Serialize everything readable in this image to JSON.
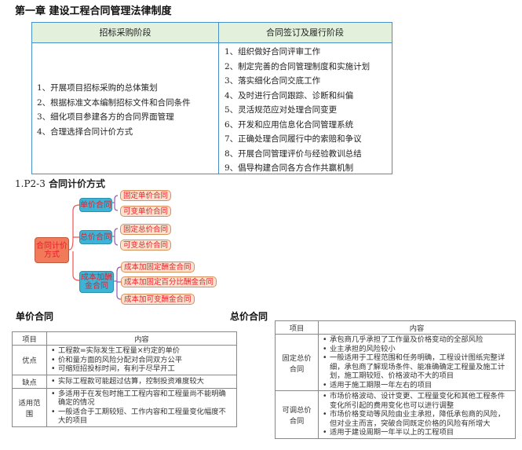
{
  "title": "第一章  建设工程合同管理法律制度",
  "top_table": {
    "headers": [
      "招标采购阶段",
      "合同签订及履行阶段"
    ],
    "left_items": [
      "1、开展项目招标采购的总体策划",
      "2、根据标准文本编制招标文件和合同条件",
      "3、细化项目参建各方的合同界面管理",
      "4、合理选择合同计价方式"
    ],
    "right_items": [
      "1、组织做好合同评审工作",
      "2、制定完善的合同管理制度和实施计划",
      "3、落实细化合同交底工作",
      "4、及时进行合同跟踪、诊断和纠偏",
      "5、灵活规范应对处理合同变更",
      "6、开发和应用信息化合同管理系统",
      "7、正确处理合同履行中的索赔和争议",
      "8、开展合同管理评价与经验教训总结",
      "9、倡导构建合同各方合作共赢机制"
    ]
  },
  "section": {
    "number": "1.P2-3",
    "title": "合同计价方式"
  },
  "mindmap": {
    "root": "合同计价方式",
    "branches": [
      {
        "label": "单价合同",
        "children": [
          "固定单价合同",
          "可变单价合同"
        ]
      },
      {
        "label": "总价合同",
        "children": [
          "固定总价合同",
          "可变总价合同"
        ]
      },
      {
        "label": "成本加酬金合同",
        "children": [
          "成本加固定酬金合同",
          "成本加固定百分比酬金合同",
          "成本加可变酬金合同"
        ]
      }
    ]
  },
  "unit_price": {
    "heading": "单价合同",
    "headers": [
      "项目",
      "内容"
    ],
    "rows": [
      {
        "label": "优点",
        "items": [
          "工程款=实际发生工程量×约定的单价",
          "价和量方面的风险分配对合同双方公平",
          "可缩短招投标时间，有利于尽早开工"
        ]
      },
      {
        "label": "缺点",
        "items": [
          "实际工程款可能超过估算，控制投资难度较大"
        ]
      },
      {
        "label": "适用范围",
        "items": [
          "多适用于在发包时施工工程内容和工程量尚不能明确确定的情况",
          "一般适合于工期较短、工作内容和工程量变化幅度不大的项目"
        ]
      }
    ]
  },
  "lump_sum": {
    "heading": "总价合同",
    "headers": [
      "项目",
      "内容"
    ],
    "rows": [
      {
        "label": "固定总价合同",
        "items": [
          "承包商几乎承担了工作量及价格变动的全部风险",
          "业主承担的风险较小",
          "一般适用于工程范围和任务明确，工程设计图纸完整详细，承包商了解现场条件、能准确确定工程量及施工计划，施工期较短、价格波动不大的项目",
          "适用于施工期限一年左右的项目"
        ]
      },
      {
        "label": "可调总价合同",
        "items": [
          "市场价格波动、设计变更、工程量变化和其他工程条件变化所引起的费用变化也可以进行调整",
          "市场价格变动等风险由业主承担，降低承包商的风险，但对业主而言，突破合同既定价格的风险有所增大",
          "适用于建设周期一年半以上的工程项目"
        ]
      }
    ]
  },
  "colors": {
    "table_border": "#4a90c8",
    "header_bg": "#e3f0dc",
    "root_bg": "#f07a5a",
    "mid_bg": "#3db3d6",
    "leaf_bg": "#fde3cf",
    "node_text": "#e8202a"
  }
}
